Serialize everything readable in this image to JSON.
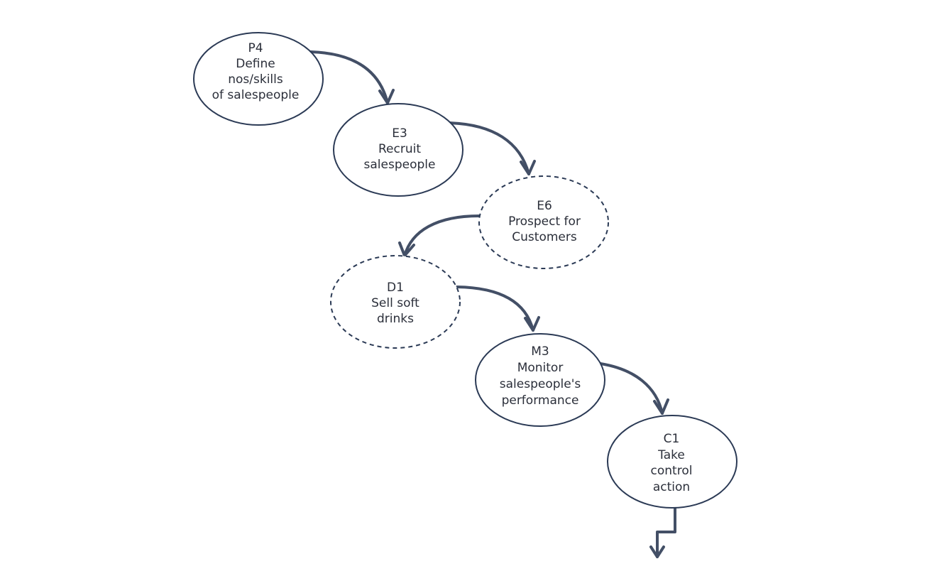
{
  "nodes": [
    {
      "id": "p4",
      "lines": [
        "P4",
        "Define",
        "nos/skills",
        "of salespeople"
      ],
      "style": "solid"
    },
    {
      "id": "e3",
      "lines": [
        "E3",
        "Recruit",
        "salespeople"
      ],
      "style": "solid"
    },
    {
      "id": "e6",
      "lines": [
        "E6",
        "Prospect for",
        "Customers"
      ],
      "style": "dashed"
    },
    {
      "id": "d1",
      "lines": [
        "D1",
        "Sell soft",
        "drinks"
      ],
      "style": "dashed"
    },
    {
      "id": "m3",
      "lines": [
        "M3",
        "Monitor",
        "salespeople's",
        "performance"
      ],
      "style": "solid"
    },
    {
      "id": "c1",
      "lines": [
        "C1",
        "Take",
        "control",
        "action"
      ],
      "style": "solid"
    }
  ],
  "edges": [
    {
      "from": "p4",
      "to": "e3"
    },
    {
      "from": "e3",
      "to": "e6"
    },
    {
      "from": "e6",
      "to": "d1"
    },
    {
      "from": "d1",
      "to": "m3"
    },
    {
      "from": "m3",
      "to": "c1"
    },
    {
      "from": "c1",
      "to": "continuation"
    }
  ],
  "colors": {
    "node_border": "#2b3a55",
    "arrow": "#434f66",
    "text": "#2b2f3a",
    "background": "#ffffff"
  }
}
